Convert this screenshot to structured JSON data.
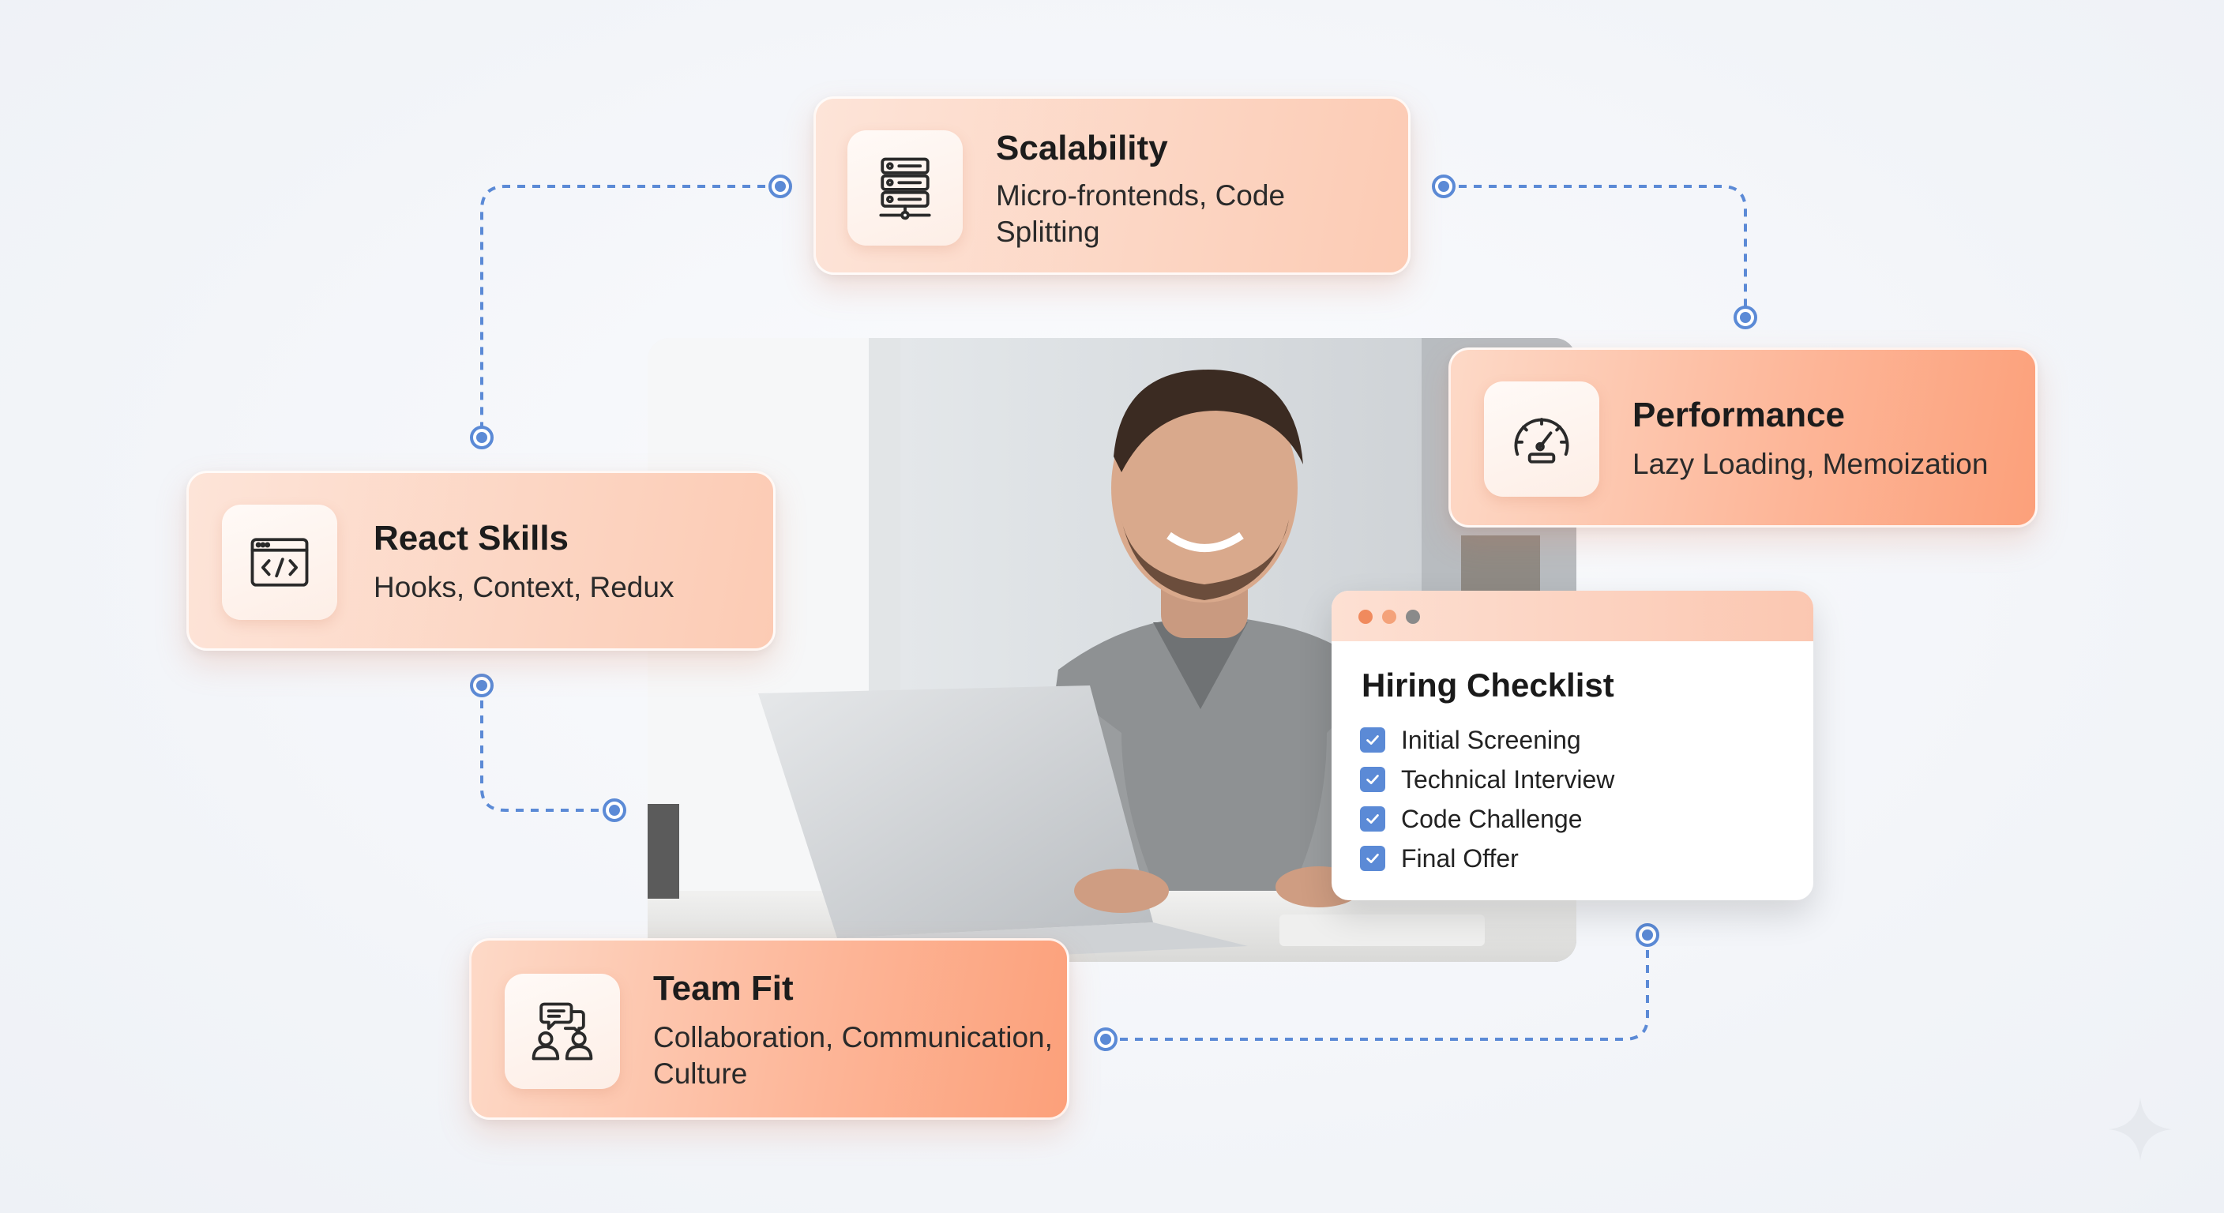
{
  "cards": {
    "scalability": {
      "title": "Scalability",
      "subtitle": "Micro-frontends, Code Splitting",
      "icon": "server-rack-icon"
    },
    "performance": {
      "title": "Performance",
      "subtitle": "Lazy Loading, Memoization",
      "icon": "speedometer-icon"
    },
    "react": {
      "title": "React Skills",
      "subtitle": "Hooks, Context, Redux",
      "icon": "code-window-icon"
    },
    "team": {
      "title": "Team Fit",
      "subtitle": "Collaboration, Communication, Culture",
      "icon": "team-chat-icon"
    }
  },
  "checklist": {
    "title": "Hiring Checklist",
    "items": [
      {
        "label": "Initial Screening",
        "checked": true
      },
      {
        "label": "Technical Interview",
        "checked": true
      },
      {
        "label": "Code Challenge",
        "checked": true
      },
      {
        "label": "Final Offer",
        "checked": true
      }
    ],
    "window_dots": [
      "#f08a5d",
      "#f4a27a",
      "#8a8a8a"
    ]
  },
  "colors": {
    "accent_blue": "#5b8ad6",
    "card_peach_light": "#fde4d8",
    "card_peach_strong": "#fca07a"
  },
  "photo": {
    "subject": "smiling man working on laptop",
    "icon": "photo-icon"
  }
}
